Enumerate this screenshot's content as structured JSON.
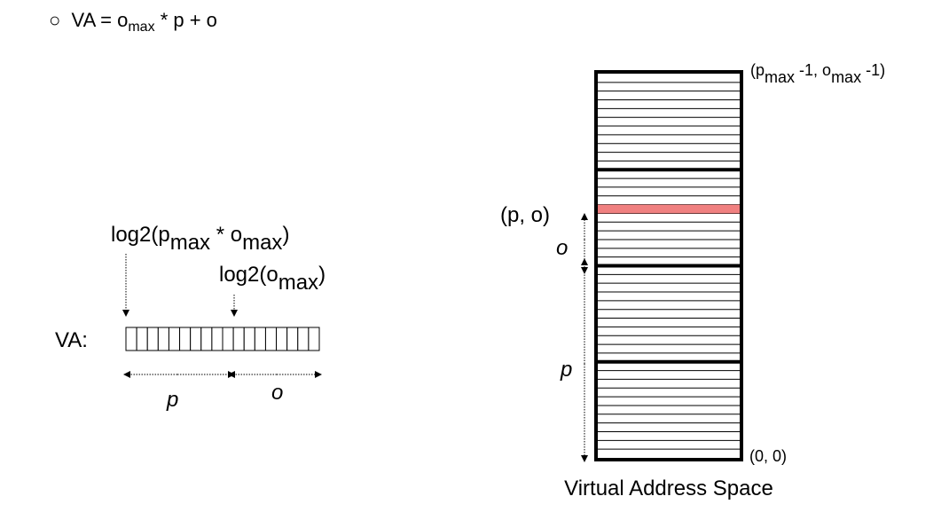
{
  "formula": {
    "bullet": "○",
    "lhs": "VA = o",
    "sub1": "max",
    "rhs": " * p + o"
  },
  "va_register": {
    "label": "VA:",
    "bit_count": 18,
    "page_bit_count": 10,
    "top_left_label": {
      "pre": "log2(p",
      "sub1": "max",
      "mid": " * o",
      "sub2": "max",
      "post": ")"
    },
    "split_label": {
      "pre": "log2(o",
      "sub1": "max",
      "post": ")"
    },
    "p_label": "p",
    "o_label": "o"
  },
  "address_space": {
    "title": "Virtual Address Space",
    "top_label": {
      "pre": "(p",
      "sub1": "max",
      "mid": " -1, o",
      "sub2": "max",
      "post": " -1)"
    },
    "bottom_label": "(0, 0)",
    "highlight_label": "(p, o)",
    "o_label": "o",
    "p_label": "p",
    "pages": 4,
    "lines_per_page": 11,
    "highlight_page_from_top": 1,
    "highlight_line": 4,
    "highlight_color": "#f08080"
  }
}
